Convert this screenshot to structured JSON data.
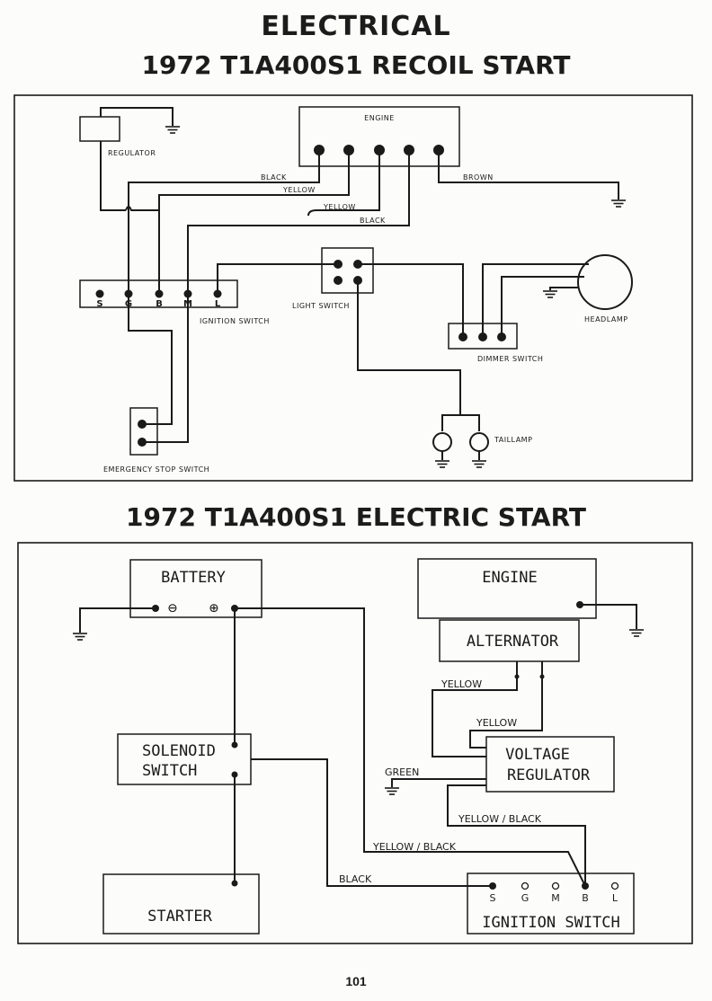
{
  "titles": {
    "main": "ELECTRICAL",
    "recoil": "1972 T1A400S1 RECOIL START",
    "electric": "1972 T1A400S1 ELECTRIC START"
  },
  "page_number": "101",
  "recoil_diagram": {
    "components": {
      "engine": "ENGINE",
      "regulator": "REGULATOR",
      "ignition_switch": "IGNITION SWITCH",
      "light_switch": "LIGHT SWITCH",
      "headlamp": "HEADLAMP",
      "dimmer_switch": "DIMMER SWITCH",
      "taillamp": "TAILLAMP",
      "emergency_stop_switch": "EMERGENCY STOP SWITCH"
    },
    "ignition_terminals": [
      "S",
      "G",
      "B",
      "M",
      "L"
    ],
    "wires": {
      "black_1": "BLACK",
      "yellow_1": "YELLOW",
      "yellow_2": "YELLOW",
      "black_2": "BLACK",
      "brown": "BROWN"
    }
  },
  "electric_diagram": {
    "components": {
      "battery": "BATTERY",
      "engine": "ENGINE",
      "alternator": "ALTERNATOR",
      "solenoid_line1": "SOLENOID",
      "solenoid_line2": "SWITCH",
      "voltage_line1": "VOLTAGE",
      "voltage_line2": "REGULATOR",
      "starter": "STARTER",
      "ignition_switch": "IGNITION SWITCH"
    },
    "battery_terminals": {
      "negative": "⊖",
      "positive": "⊕"
    },
    "ignition_terminals": [
      "S",
      "G",
      "M",
      "B",
      "L"
    ],
    "wires": {
      "yellow_1": "YELLOW",
      "yellow_2": "YELLOW",
      "green": "GREEN",
      "yellow_black_1": "YELLOW / BLACK",
      "yellow_black_2": "YELLOW / BLACK",
      "black": "BLACK"
    }
  }
}
